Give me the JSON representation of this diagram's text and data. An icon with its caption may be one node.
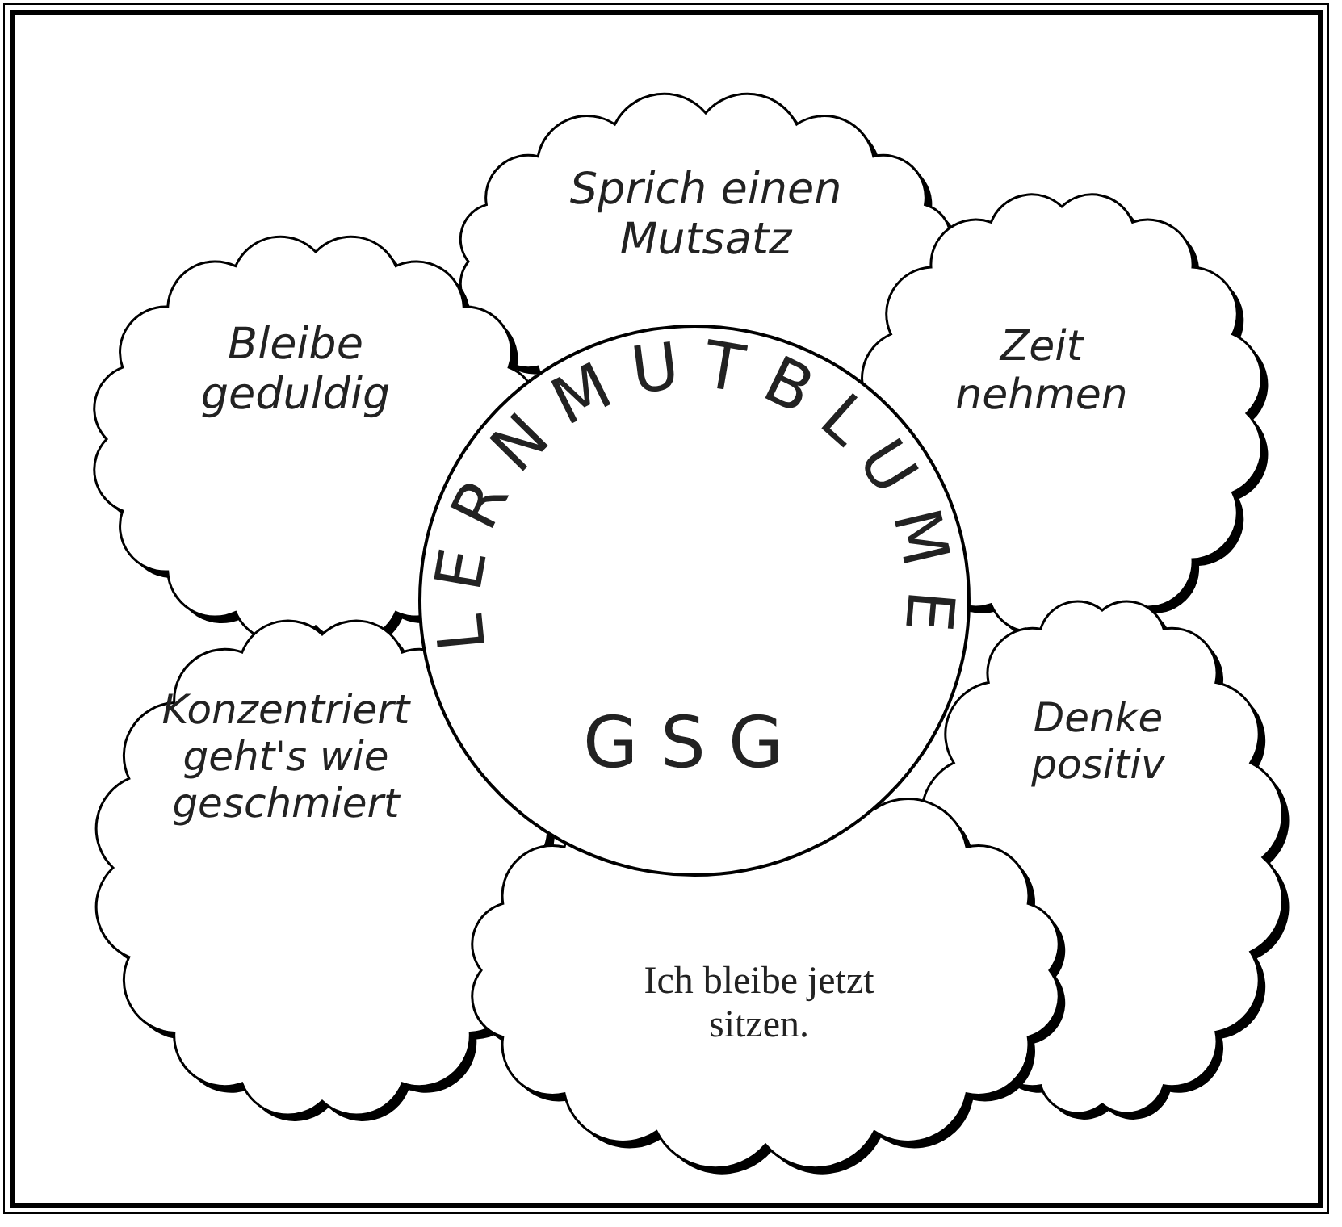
{
  "diagram": {
    "nodes": [
      {
        "text": [
          "Sprich einen Mutsatz"
        ]
      },
      {
        "text": [
          "Bleibe geduldig"
        ]
      },
      {
        "text": [
          "Zeit nehmen"
        ]
      },
      {
        "text": [
          "LERNMUTBLUME",
          "GSG"
        ]
      },
      {
        "text": [
          "Konzentriert geht's wie geschmiert"
        ]
      },
      {
        "text": [
          "Denke positiv"
        ]
      },
      {
        "text": [
          "Ich bleibe jetzt sitzen."
        ]
      }
    ],
    "edges": []
  }
}
